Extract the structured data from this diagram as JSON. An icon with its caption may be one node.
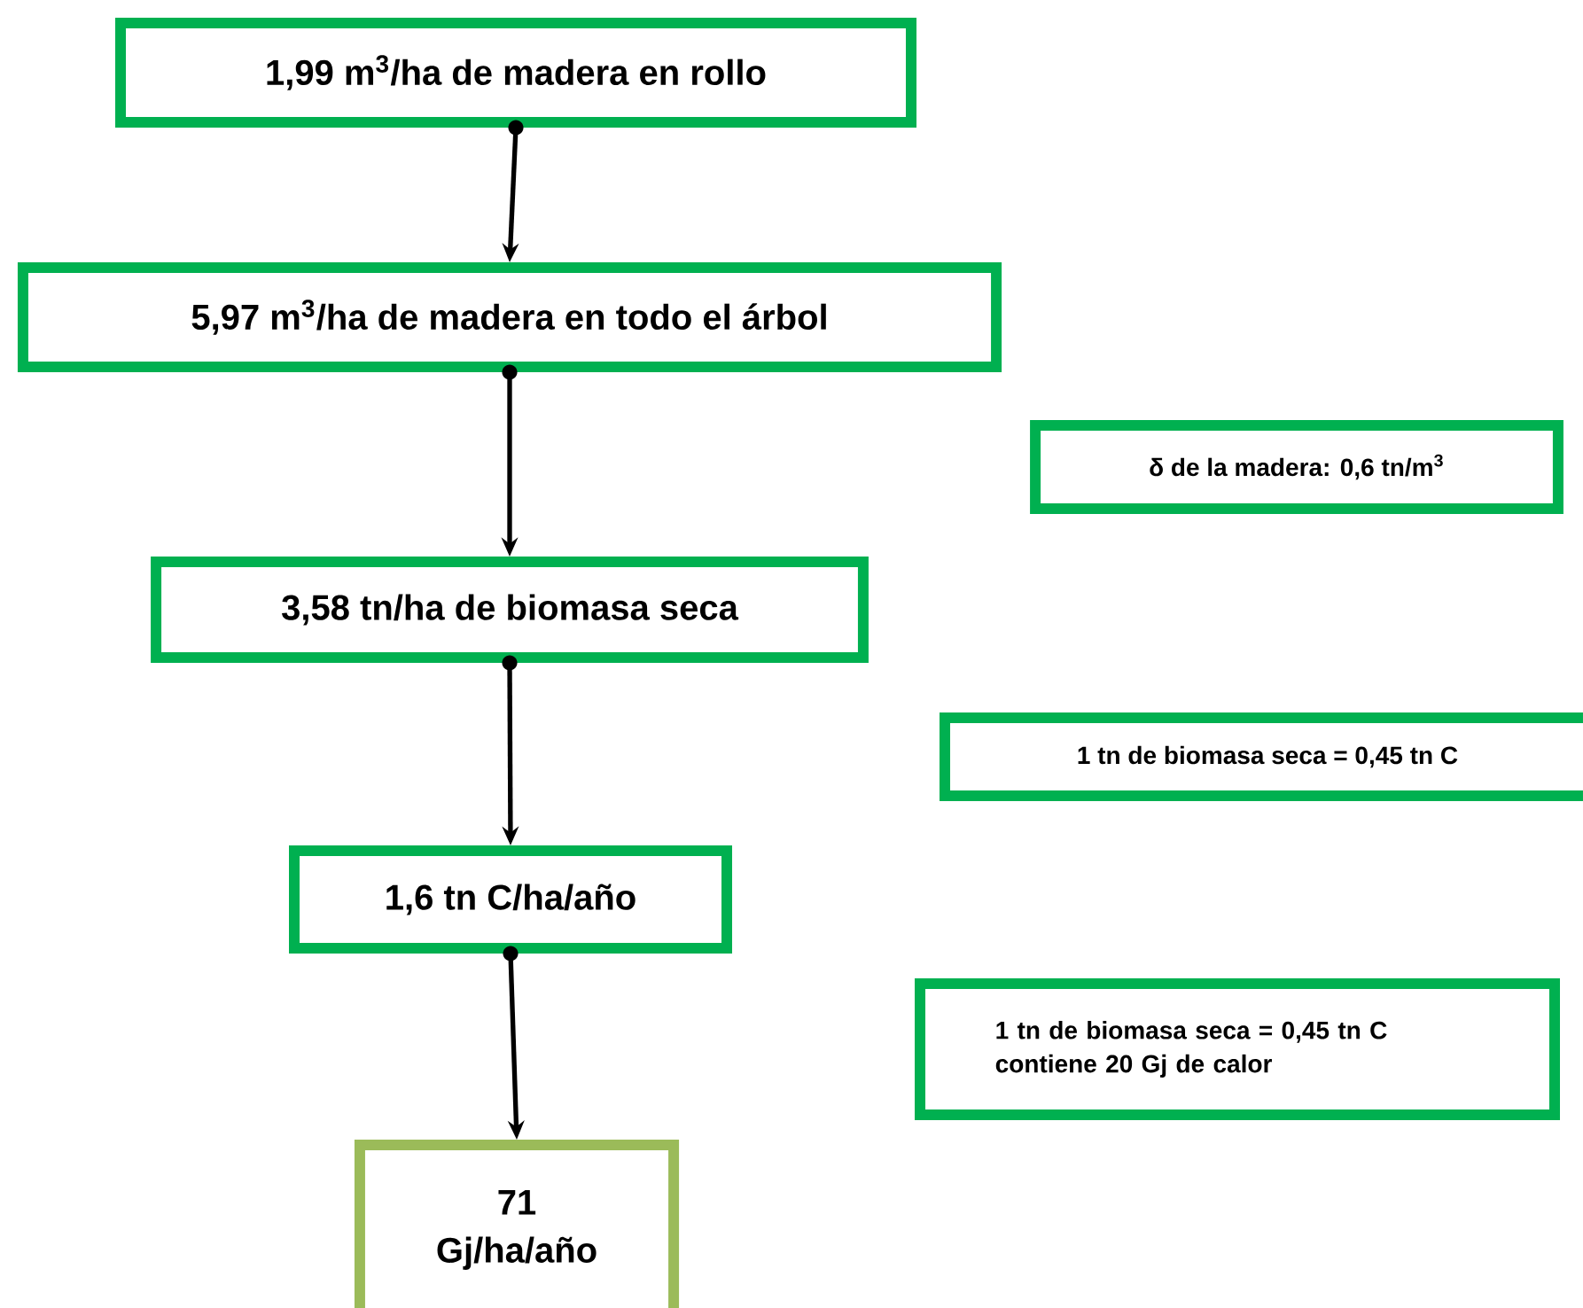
{
  "diagram": {
    "nodes": [
      {
        "text": [
          "1,99 m$^{3}$/ha de madera en rollo"
        ]
      },
      {
        "text": [
          "5,97 m$^{3}$/ha de madera en todo el árbol"
        ]
      },
      {
        "text": [
          "3,58 tn/ha de biomasa seca"
        ]
      },
      {
        "text": [
          "1,6 tn C/ha/año"
        ]
      },
      {
        "text": [
          "71 Gj/ha/año"
        ]
      },
      {
        "text": [
          "δ de la madera:  0,6 tn/m$^{3}$"
        ]
      },
      {
        "text": [
          "1 tn de biomasa seca = 0,45 tn C"
        ]
      },
      {
        "text": [
          "1 tn de biomasa seca = 0,45 tn C contiene 20 Gj de calor"
        ]
      }
    ],
    "edges": [
      {
        "from": 0,
        "to": 1,
        "arrow": "to"
      },
      {
        "from": 1,
        "to": 2,
        "arrow": "to"
      },
      {
        "from": 2,
        "to": 3,
        "arrow": "to"
      },
      {
        "from": 3,
        "to": 4,
        "arrow": "to"
      }
    ]
  }
}
